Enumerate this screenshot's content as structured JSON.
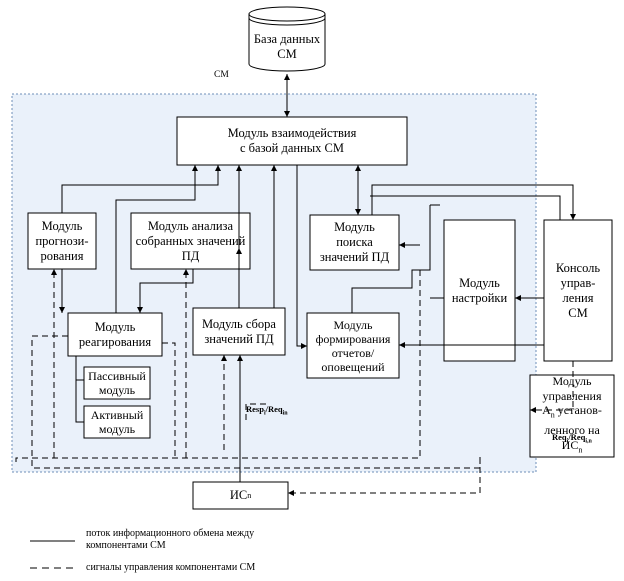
{
  "database": {
    "line1": "База данных",
    "line2": "СМ"
  },
  "cm_label": "СМ",
  "modules": {
    "interaction": {
      "line1": "Модуль взаимодействия",
      "line2": "с базой данных СМ"
    },
    "forecast": {
      "lines": [
        "Модуль",
        "прогнози-",
        "рования"
      ]
    },
    "analysis": {
      "lines": [
        "Модуль анализа",
        "собранных значений",
        "ПД"
      ]
    },
    "search": {
      "lines": [
        "Модуль",
        "поиска",
        "значений ПД"
      ]
    },
    "settings": {
      "lines": [
        "Модуль",
        "настройки"
      ]
    },
    "console": {
      "lines": [
        "Консоль",
        "управ-",
        "ления",
        "СМ"
      ]
    },
    "reaction": {
      "lines": [
        "Модуль",
        "реагирования"
      ]
    },
    "passive": {
      "lines": [
        "Пассивный",
        "модуль"
      ]
    },
    "active": {
      "lines": [
        "Активный",
        "модуль"
      ]
    },
    "collection": {
      "lines": [
        "Модуль сбора",
        "значений ПД"
      ]
    },
    "reports": {
      "lines": [
        "Модуль",
        "формирования",
        "отчетов/",
        "оповещений"
      ]
    },
    "mgmt_an": {
      "l1": "Модуль",
      "l2": "управления",
      "l3a": "А",
      "l3sub": "n",
      "l3b": " установ-",
      "l4": "ленного на",
      "l5a": "ИС",
      "l5sub": "n"
    }
  },
  "isn": {
    "main": "ИС",
    "sub": "n"
  },
  "signals": {
    "resp_req": {
      "a": "Resp",
      "a_sub": "i",
      "sep": "/Req",
      "b_sub": "in"
    },
    "req_req": {
      "a": "Req",
      "a_sub": "i",
      "sep": "/Req",
      "b_sub": "i,n"
    }
  },
  "legend": {
    "solid_line1": "поток информационного обмена между",
    "solid_line2": "компонентами СМ",
    "dashed": "сигналы управления компонентами СМ"
  }
}
